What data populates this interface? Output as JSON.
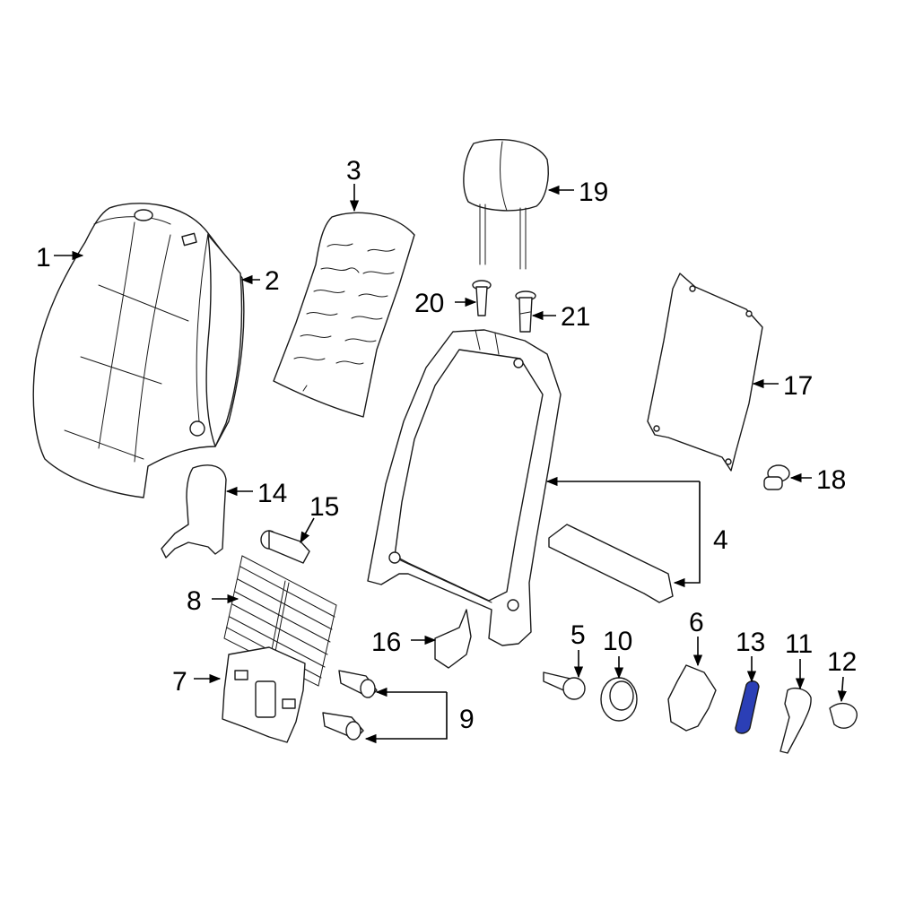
{
  "highlight_color": "#2b3fb6",
  "line_color": "#1a1a1a",
  "callouts": {
    "c1": "1",
    "c2": "2",
    "c3": "3",
    "c4": "4",
    "c5": "5",
    "c6": "6",
    "c7": "7",
    "c8": "8",
    "c9": "9",
    "c10": "10",
    "c11": "11",
    "c12": "12",
    "c13": "13",
    "c14": "14",
    "c15": "15",
    "c16": "16",
    "c17": "17",
    "c18": "18",
    "c19": "19",
    "c20": "20",
    "c21": "21"
  }
}
